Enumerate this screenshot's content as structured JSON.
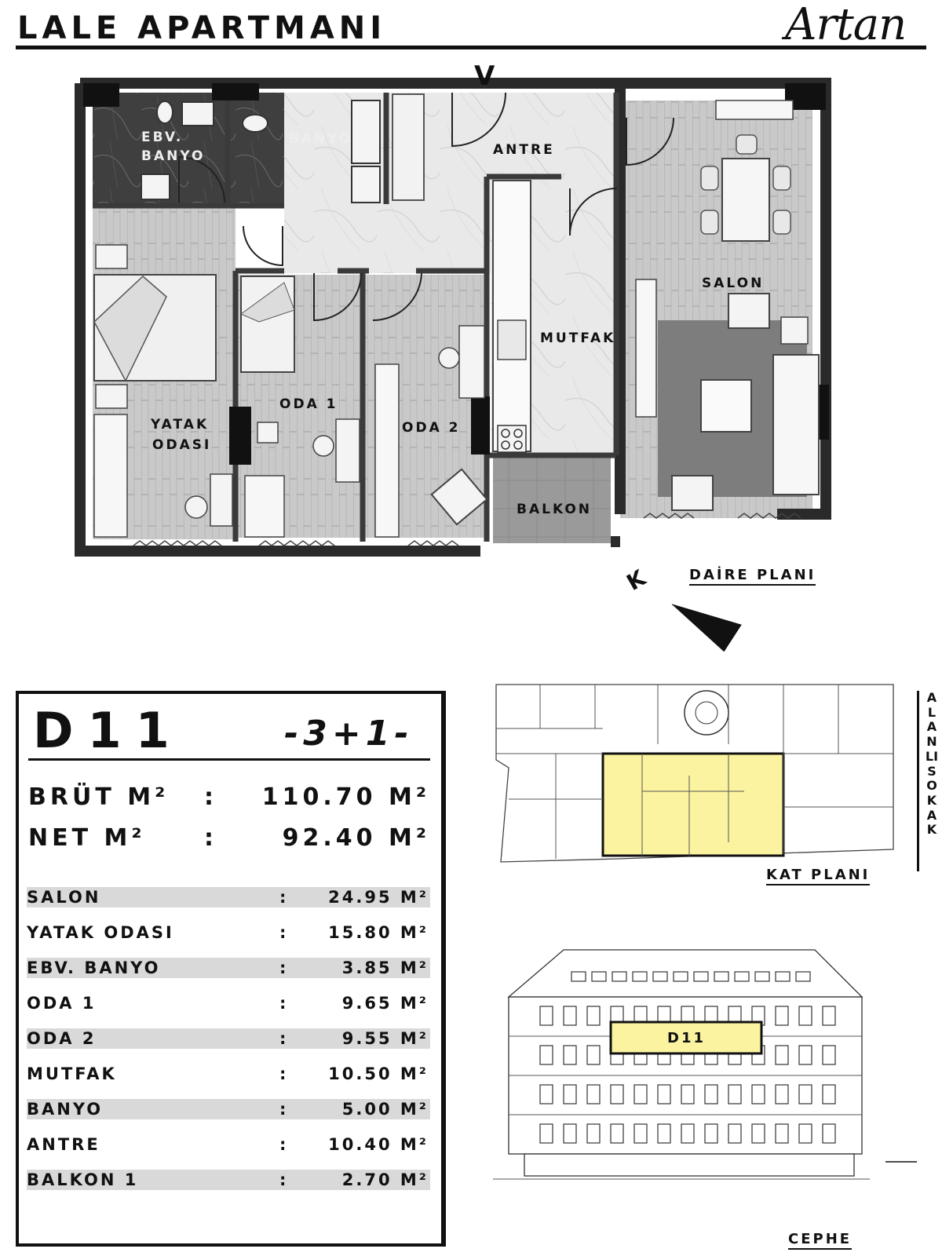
{
  "header": {
    "title": "LALE APARTMANI",
    "brand": "Artan"
  },
  "floorplan": {
    "caption": "DAİRE PLANI",
    "rooms": {
      "ebv_banyo_line1": "EBV.",
      "ebv_banyo_line2": "BANYO",
      "banyo": "BANYO",
      "antre": "ANTRE",
      "salon": "SALON",
      "mutfak": "MUTFAK",
      "oda1": "ODA 1",
      "oda2": "ODA 2",
      "yatak_line1": "YATAK",
      "yatak_line2": "ODASI",
      "balkon": "BALKON"
    },
    "entrance_mark": "V",
    "north_mark": "K"
  },
  "unit": {
    "code": "D11",
    "type": "-3+1-",
    "gross_label": "BRÜT M²",
    "gross_value": "110.70 M²",
    "net_label": "NET M²",
    "net_value": "92.40 M²",
    "separator": ":"
  },
  "rooms": [
    {
      "name": "SALON",
      "area": "24.95 M²",
      "shaded": true
    },
    {
      "name": "YATAK ODASI",
      "area": "15.80 M²",
      "shaded": false
    },
    {
      "name": "EBV. BANYO",
      "area": "3.85 M²",
      "shaded": true
    },
    {
      "name": "ODA 1",
      "area": "9.65 M²",
      "shaded": false
    },
    {
      "name": "ODA 2",
      "area": "9.55 M²",
      "shaded": true
    },
    {
      "name": "MUTFAK",
      "area": "10.50 M²",
      "shaded": false
    },
    {
      "name": "BANYO",
      "area": "5.00 M²",
      "shaded": true
    },
    {
      "name": "ANTRE",
      "area": "10.40 M²",
      "shaded": false
    },
    {
      "name": "BALKON 1",
      "area": "2.70 M²",
      "shaded": true
    }
  ],
  "kat_plani": {
    "caption": "KAT PLANI",
    "street": "ALANLI SOKAK",
    "highlight_color": "#fbf3a0"
  },
  "cephe": {
    "caption": "CEPHE",
    "unit_label": "D11",
    "highlight_color": "#fbf3a0"
  }
}
